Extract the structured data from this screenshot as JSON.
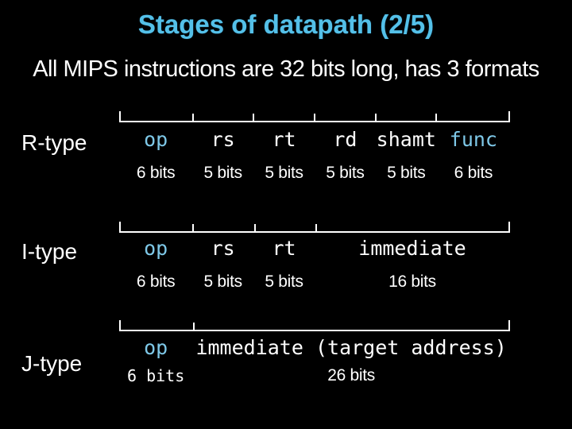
{
  "slide": {
    "title": "Stages of datapath (2/5)",
    "subtitle": "All MIPS instructions are 32 bits long, has 3 formats"
  },
  "colors": {
    "background": "#000000",
    "title_blue": "#54C0E8",
    "field_highlight_blue": "#7EC8E8",
    "text_white": "#FFFFFF"
  },
  "instruction_word_bits": 32,
  "formats": [
    {
      "label": "R-type",
      "fields": [
        {
          "name": "op",
          "bits": 6,
          "width_label": "6 bits",
          "highlight": true
        },
        {
          "name": "rs",
          "bits": 5,
          "width_label": "5 bits",
          "highlight": false
        },
        {
          "name": "rt",
          "bits": 5,
          "width_label": "5 bits",
          "highlight": false
        },
        {
          "name": "rd",
          "bits": 5,
          "width_label": "5 bits",
          "highlight": false
        },
        {
          "name": "shamt",
          "bits": 5,
          "width_label": "5 bits",
          "highlight": false
        },
        {
          "name": "func",
          "bits": 6,
          "width_label": "6 bits",
          "highlight": true
        }
      ]
    },
    {
      "label": "I-type",
      "fields": [
        {
          "name": "op",
          "bits": 6,
          "width_label": "6 bits",
          "highlight": true
        },
        {
          "name": "rs",
          "bits": 5,
          "width_label": "5 bits",
          "highlight": false
        },
        {
          "name": "rt",
          "bits": 5,
          "width_label": "5 bits",
          "highlight": false
        },
        {
          "name": "immediate",
          "bits": 16,
          "width_label": "16 bits",
          "highlight": false
        }
      ]
    },
    {
      "label": "J-type",
      "fields": [
        {
          "name": "op",
          "bits": 6,
          "width_label": "6 bits",
          "highlight": true
        },
        {
          "name": "immediate (target address)",
          "bits": 26,
          "width_label": "26 bits",
          "highlight": false
        }
      ]
    }
  ]
}
